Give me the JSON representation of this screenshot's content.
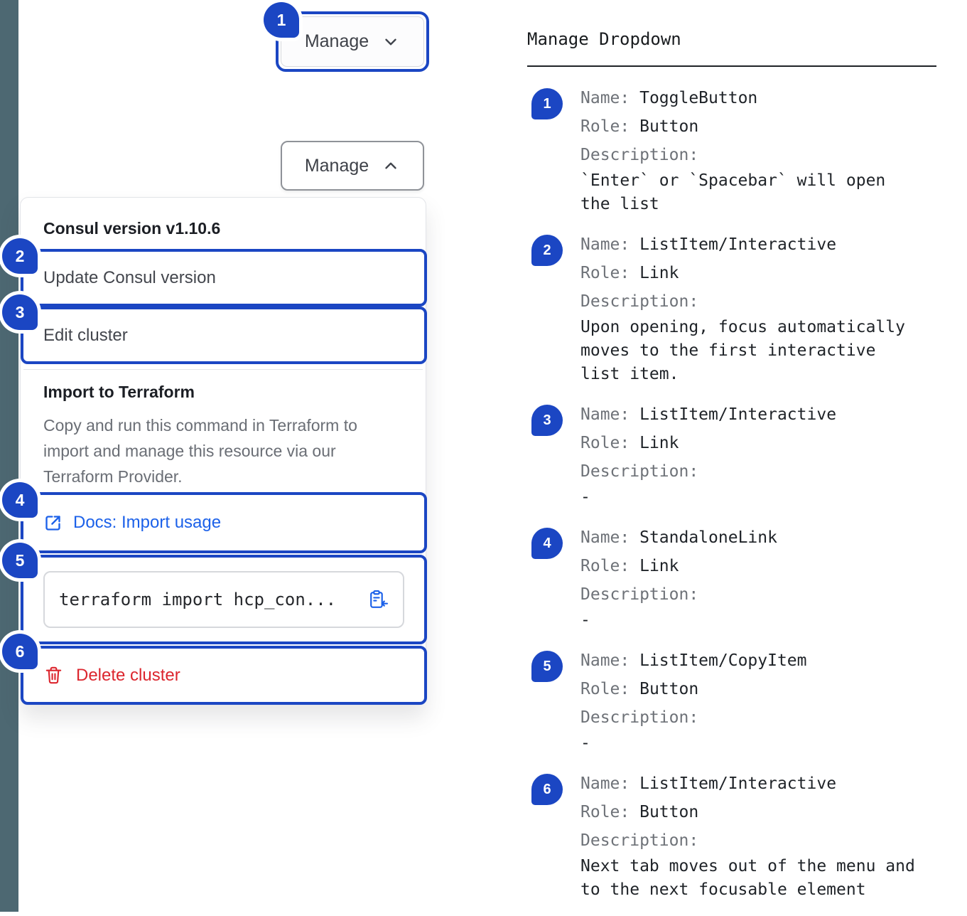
{
  "colors": {
    "accent_blue": "#1B46C3",
    "link_blue": "#1C61E9",
    "critical_red": "#DC262E",
    "rail_slate": "#4D6872"
  },
  "demo": {
    "toggle_closed": {
      "label": "Manage",
      "icon": "chevron-down-icon"
    },
    "toggle_open": {
      "label": "Manage",
      "icon": "chevron-up-icon"
    },
    "dropdown": {
      "version_label": "Consul version v1.10.6",
      "update_item": "Update Consul version",
      "edit_item": "Edit cluster",
      "import_heading": "Import to Terraform",
      "import_description": "Copy and run this command in Terraform to import and manage this resource via our Terraform Provider.",
      "docs_link": "Docs: Import usage",
      "docs_icon": "external-link-icon",
      "code_snippet": "terraform import hcp_con...",
      "copy_icon": "clipboard-copy-icon",
      "delete_item": "Delete cluster",
      "delete_icon": "trash-icon"
    }
  },
  "legend": {
    "title": "Manage Dropdown",
    "labels": {
      "name": "Name: ",
      "role": "Role: ",
      "description": "Description:"
    },
    "items": [
      {
        "num": "1",
        "name": "ToggleButton",
        "role": "Button",
        "description": "`Enter` or `Spacebar` will open the list"
      },
      {
        "num": "2",
        "name": "ListItem/Interactive",
        "role": "Link",
        "description": "Upon opening, focus automatically moves to the first interactive list item."
      },
      {
        "num": "3",
        "name": "ListItem/Interactive",
        "role": "Link",
        "description": "-"
      },
      {
        "num": "4",
        "name": "StandaloneLink",
        "role": "Link",
        "description": "-"
      },
      {
        "num": "5",
        "name": "ListItem/CopyItem",
        "role": "Button",
        "description": "-"
      },
      {
        "num": "6",
        "name": "ListItem/Interactive",
        "role": "Button",
        "description": "Next tab moves out of the menu and to the next focusable element"
      }
    ]
  }
}
